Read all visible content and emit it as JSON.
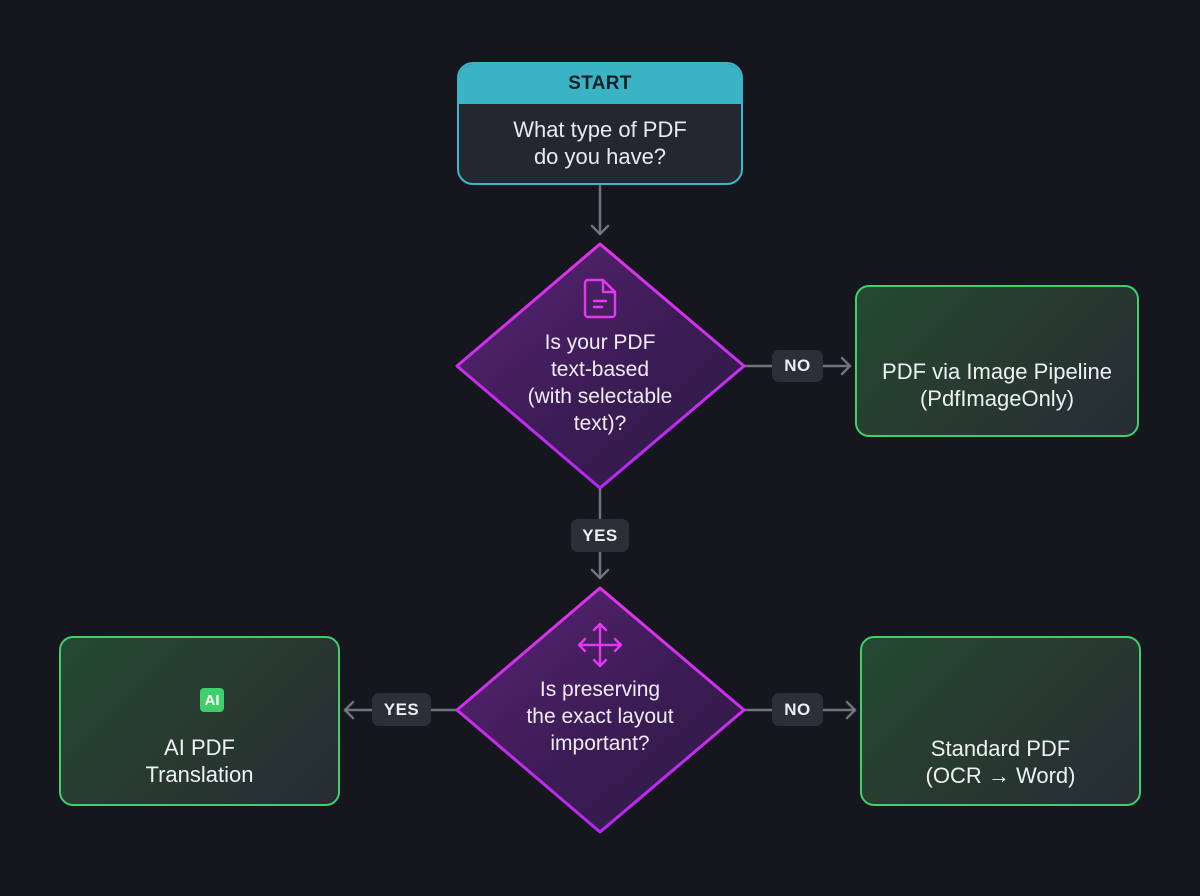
{
  "start": {
    "header": "START",
    "question_lines": [
      "What type of PDF",
      "do you have?"
    ]
  },
  "decision1": {
    "lines": [
      "Is your PDF",
      "text-based",
      "(with selectable",
      "text)?"
    ],
    "icon": "document-icon"
  },
  "decision2": {
    "lines": [
      "Is preserving",
      "the exact layout",
      "important?"
    ],
    "icon": "move-arrows-icon"
  },
  "outcomes": {
    "image_pipeline": {
      "lines": [
        "PDF via Image Pipeline",
        "(PdfImageOnly)"
      ],
      "icon": "image-icon"
    },
    "ai_translation": {
      "lines": [
        "AI PDF",
        "Translation"
      ],
      "icon": "ai-translate-icon",
      "badge": "AI"
    },
    "standard_pdf": {
      "lines": [
        "Standard PDF",
        "(OCR → Word)"
      ],
      "icon": "document-icon"
    }
  },
  "edges": {
    "d1_no": "NO",
    "d1_yes": "YES",
    "d2_yes": "YES",
    "d2_no": "NO"
  },
  "colors": {
    "background": "#15161e",
    "start_accent": "#3bb6c8",
    "decision_accent": "#d531e8",
    "outcome_accent": "#3fcf6b",
    "connector": "#6f737e"
  }
}
